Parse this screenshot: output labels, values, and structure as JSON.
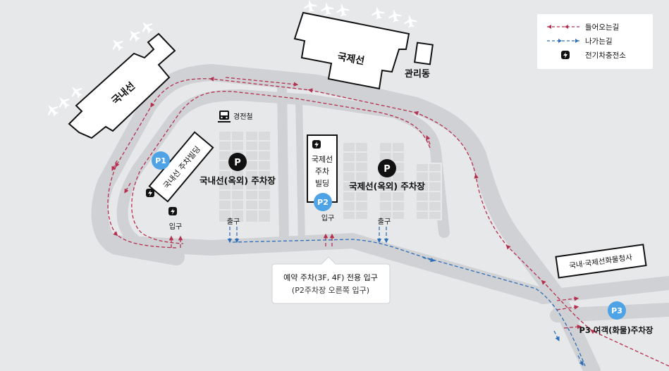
{
  "terminals": {
    "domestic": "국내선",
    "international": "국제선",
    "admin": "관리동"
  },
  "rail": {
    "label": "경전철",
    "icon": "train-icon"
  },
  "parking": {
    "p_letter": "P",
    "domestic_outdoor": "국내선(옥외) 주차장",
    "international_outdoor": "국제선(옥외) 주차장",
    "domestic_building": "국내선 주차빌딩",
    "international_building_lines": [
      "국제선",
      "주차",
      "빌딩"
    ],
    "cargo_terminal": "국내·국제선화물청사",
    "p3_name": "P3 여객(화물)주차장"
  },
  "markers": {
    "p1": "P1",
    "p2": "P2",
    "p3": "P3"
  },
  "gates": {
    "p1_entry": "입구",
    "dom_exit": "출구",
    "p2_entry": "입구",
    "intl_exit": "출구"
  },
  "callout": {
    "line1": "예약 주차(3F, 4F) 전용 입구",
    "line2": "(P2주차장 오른쪽 입구)"
  },
  "legend": {
    "incoming": "들어오는길",
    "outgoing": "나가는길",
    "ev_charging": "전기차충전소"
  },
  "colors": {
    "incoming": "#b5304f",
    "outgoing": "#2f6fb7",
    "marker": "#4ea3e6",
    "road": "#cfd1d4",
    "background": "#e7e8ea"
  }
}
